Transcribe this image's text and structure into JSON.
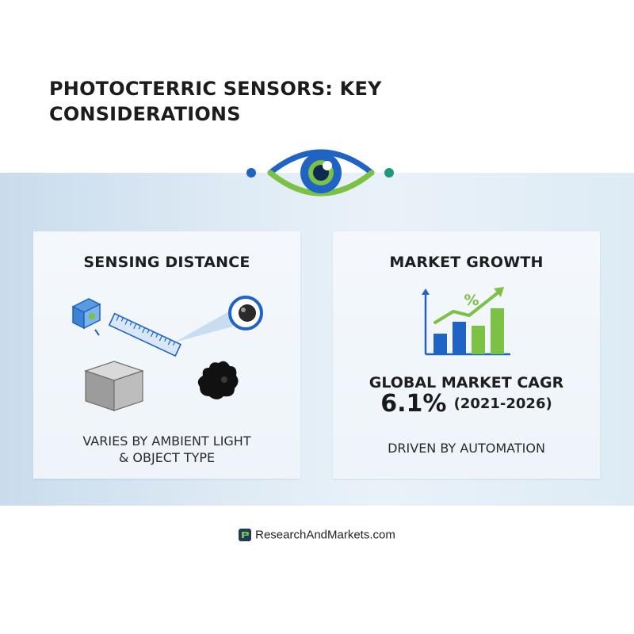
{
  "header": {
    "title": "PHOTOCTERRIC SENSORS: KEY CONSIDERATIONS"
  },
  "colors": {
    "brand_blue": "#1f63c4",
    "brand_green": "#7bc143",
    "teal": "#1e9a7a",
    "band": "#d6e5f1"
  },
  "icons": {
    "header": "eye-icon",
    "left_panel": [
      "sensor-box-icon",
      "ruler-icon",
      "lens-icon",
      "metal-cube-icon",
      "dark-object-icon"
    ],
    "right_panel": [
      "growth-bar-chart-icon"
    ],
    "footer": "research-and-markets-logo-icon"
  },
  "left_panel": {
    "title": "SENSING DISTANCE",
    "description_line1": "VARIES BY AMBIENT LIGHT",
    "description_line2": "& OBJECT TYPE"
  },
  "right_panel": {
    "title": "MARKET GROWTH",
    "chart_symbol": "%",
    "cagr_label": "GLOBAL MARKET CAGR",
    "cagr_value": "6.1%",
    "cagr_period": "(2021-2026)",
    "description": "DRIVEN BY AUTOMATION"
  },
  "footer": {
    "brand": "ResearchAndMarkets.com"
  }
}
